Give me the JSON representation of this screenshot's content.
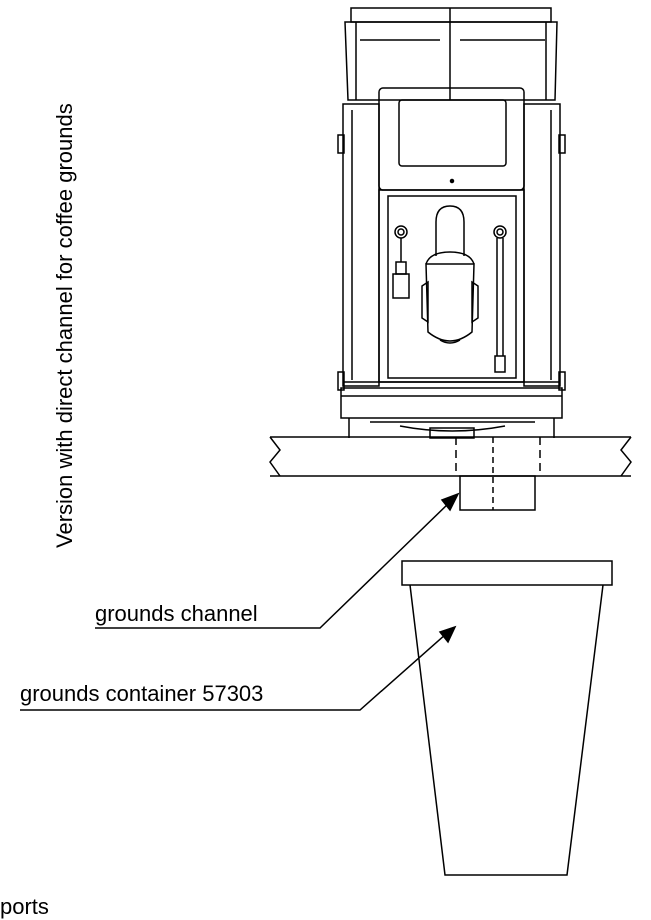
{
  "diagram": {
    "title": "Version with direct channel for coffee grounds",
    "labels": {
      "grounds_channel": "grounds channel",
      "grounds_container": "grounds container 57303",
      "clipped_bottom": "ports"
    }
  },
  "colors": {
    "stroke": "#000000",
    "background": "#ffffff"
  }
}
